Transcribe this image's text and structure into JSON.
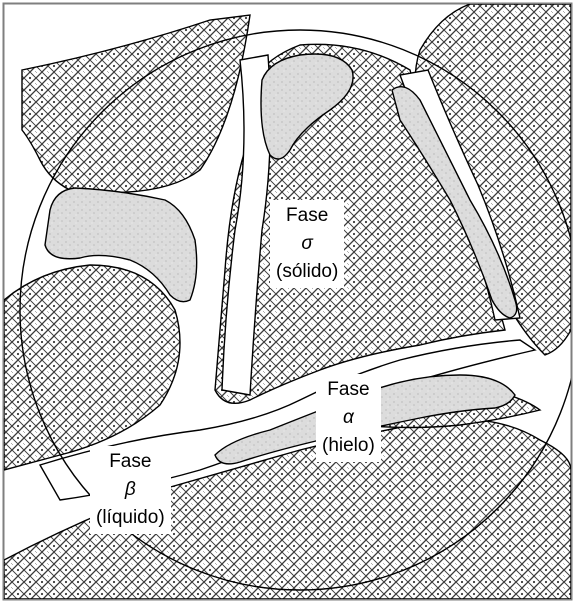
{
  "labels": {
    "sigma": {
      "name": "Fase",
      "symbol": "σ",
      "state": "(sólido)"
    },
    "alpha": {
      "name": "Fase",
      "symbol": "α",
      "state": "(hielo)"
    },
    "beta": {
      "name": "Fase",
      "symbol": "β",
      "state": "(líquido)"
    }
  },
  "colors": {
    "frame": "#7f7f7f",
    "outline": "#000000",
    "hatch": "#333333",
    "ice_fill": "#d9d9d9",
    "liquid": "#ffffff"
  }
}
